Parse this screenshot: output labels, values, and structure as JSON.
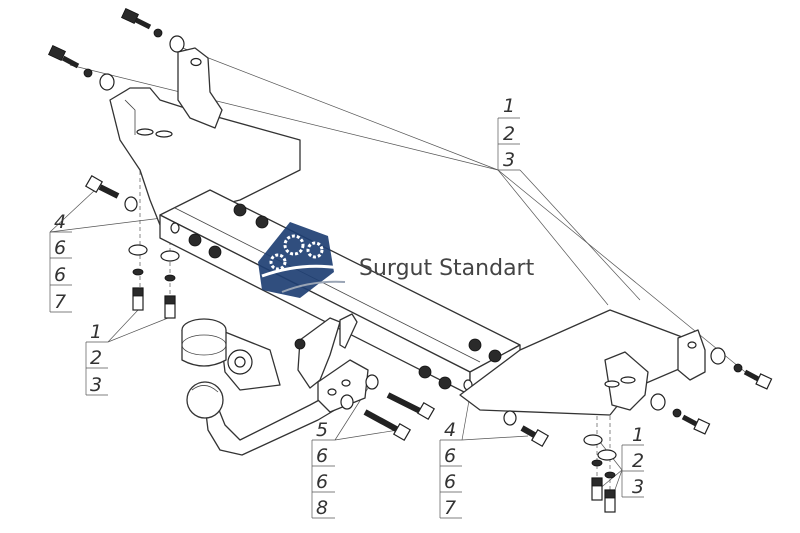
{
  "watermark": {
    "text": "Surgut Standart",
    "color": "#1e3f73"
  },
  "callouts": [
    {
      "id": "top-right",
      "labels": [
        "1",
        "2",
        "3"
      ]
    },
    {
      "id": "left-upper",
      "labels": [
        "4",
        "6",
        "6",
        "7"
      ]
    },
    {
      "id": "left-lower",
      "labels": [
        "1",
        "2",
        "3"
      ]
    },
    {
      "id": "bottom-center",
      "labels": [
        "5",
        "6",
        "6",
        "8"
      ]
    },
    {
      "id": "bottom-right",
      "labels": [
        "4",
        "6",
        "6",
        "7"
      ]
    },
    {
      "id": "right-lower",
      "labels": [
        "1",
        "2",
        "3"
      ]
    }
  ]
}
